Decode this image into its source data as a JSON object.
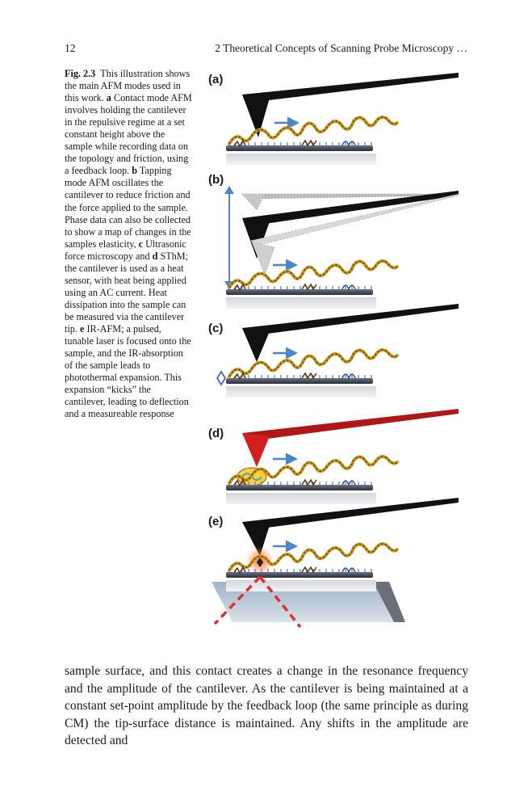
{
  "header": {
    "page_number": "12",
    "running_head": "2   Theoretical Concepts of Scanning Probe Microscopy …"
  },
  "caption": {
    "fig_label": "Fig. 2.3",
    "intro": "This illustration shows the main AFM modes used in this work.",
    "a_label": "a",
    "a_text": "Contact mode AFM involves holding the cantilever in the repulsive regime at a set constant height above the sample while recording data on the topology and friction, using a feedback loop.",
    "b_label": "b",
    "b_text": "Tapping mode AFM oscillates the cantilever to reduce friction and the force applied to the sample. Phase data can also be collected to show a map of changes in the samples elasticity,",
    "c_label": "c",
    "c_text": "Ultrasonic force microscopy and",
    "d_label": "d",
    "d_text": "SThM; the cantilever is used as a heat sensor, with heat being applied using an AC current. Heat dissipation into the sample can be measured via the cantilever tip.",
    "e_label": "e",
    "e_text": "IR-AFM; a pulsed, tunable laser is focused onto the sample, and the IR-absorption of the sample leads to photothermal expansion. This expansion “kicks” the cantilever, leading to deflection and a measureable response"
  },
  "figure": {
    "panels": [
      "(a)",
      "(b)",
      "(c)",
      "(d)",
      "(e)"
    ],
    "colors": {
      "cantilever": "#111111",
      "heated_cantilever": "#d21f1f",
      "arrow": "#4a86c8",
      "polymer": "#c99a1a",
      "substrate": "#3c4150",
      "laser": "#e03030"
    }
  },
  "body": {
    "text": "sample surface, and this contact creates a change in the resonance frequency and the amplitude of the cantilever. As the cantilever is being maintained at a constant set-point amplitude by the feedback loop (the same principle as during CM) the tip-surface distance is maintained. Any shifts in the amplitude are detected and"
  }
}
